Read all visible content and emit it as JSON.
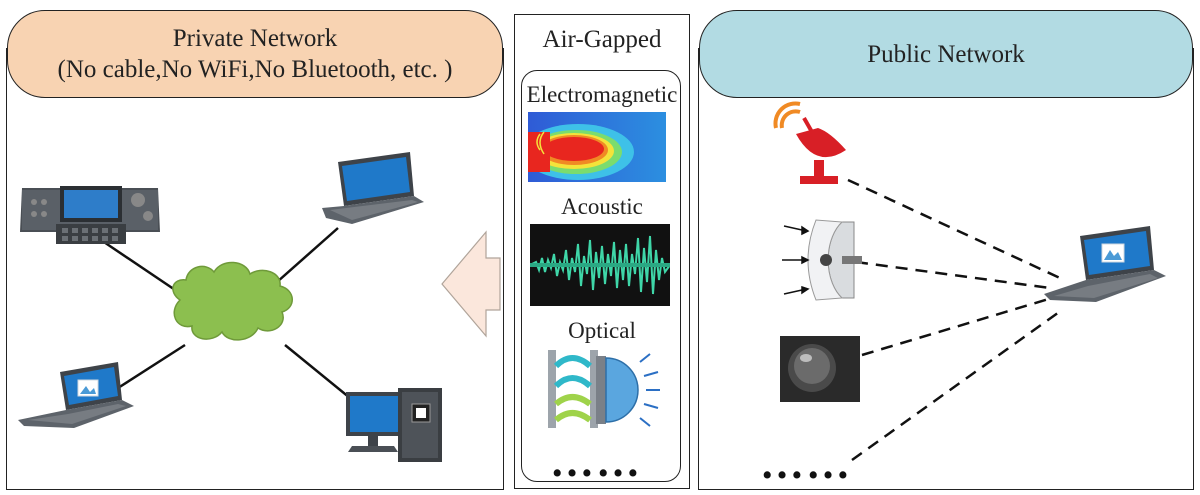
{
  "private_network": {
    "title": "Private Network",
    "subtitle": "(No cable,No WiFi,No Bluetooth, etc. )"
  },
  "air_gapped": {
    "title": "Air-Gapped",
    "channels": [
      {
        "label": "Electromagnetic",
        "icon": "electromagnetic-field-icon"
      },
      {
        "label": "Acoustic",
        "icon": "acoustic-waveform-icon"
      },
      {
        "label": "Optical",
        "icon": "optical-emitter-icon"
      }
    ],
    "more": "……"
  },
  "public_network": {
    "title": "Public Network",
    "more": "……"
  },
  "colors": {
    "private_header": "#f8d3b2",
    "public_header": "#b2dbe3",
    "cloud": "#8cbf4f",
    "left_arrow": "#fbe7dc",
    "right_arrow": "#e7f1dc",
    "acoustic_wave": "#3fd6a8",
    "antenna_red": "#d81f26"
  }
}
